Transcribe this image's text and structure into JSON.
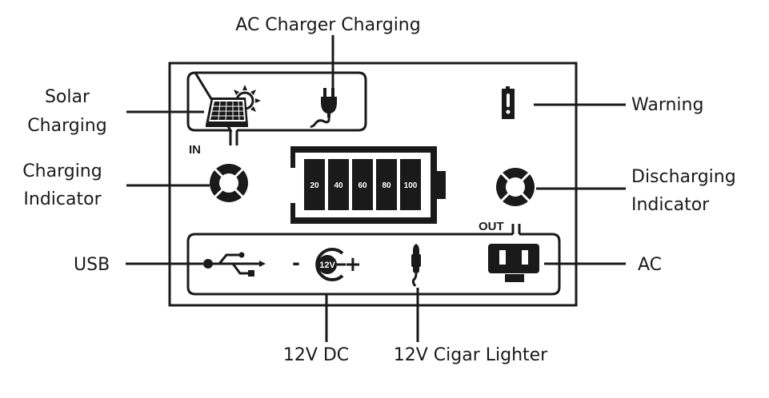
{
  "colors": {
    "ink": "#1a1a1a",
    "background": "#ffffff"
  },
  "labels": {
    "ac_charger_charging": "AC Charger Charging",
    "solar_charging_line1": "Solar",
    "solar_charging_line2": "Charging",
    "charging_indicator_line1": "Charging",
    "charging_indicator_line2": "Indicator",
    "usb": "USB",
    "warning": "Warning",
    "discharging_indicator_line1": "Discharging",
    "discharging_indicator_line2": "Indicator",
    "ac": "AC",
    "dc_12v": "12V DC",
    "cigar_lighter_12v": "12V Cigar Lighter"
  },
  "panel": {
    "in_label": "IN",
    "out_label": "OUT",
    "dc_badge": "12V",
    "dc_minus": "-",
    "dc_plus": "+"
  },
  "battery": {
    "segments": [
      "20",
      "40",
      "60",
      "80",
      "100"
    ]
  },
  "icons": {
    "solar": "solar-panel-sun-icon",
    "ac_plug": "ac-plug-icon",
    "warning": "battery-warning-icon",
    "charging_indicator": "ring-indicator-icon",
    "discharging_indicator": "ring-indicator-icon",
    "usb": "usb-icon",
    "dc": "dc-12v-icon",
    "cigar": "cigar-lighter-icon",
    "ac_outlet": "ac-outlet-icon"
  }
}
